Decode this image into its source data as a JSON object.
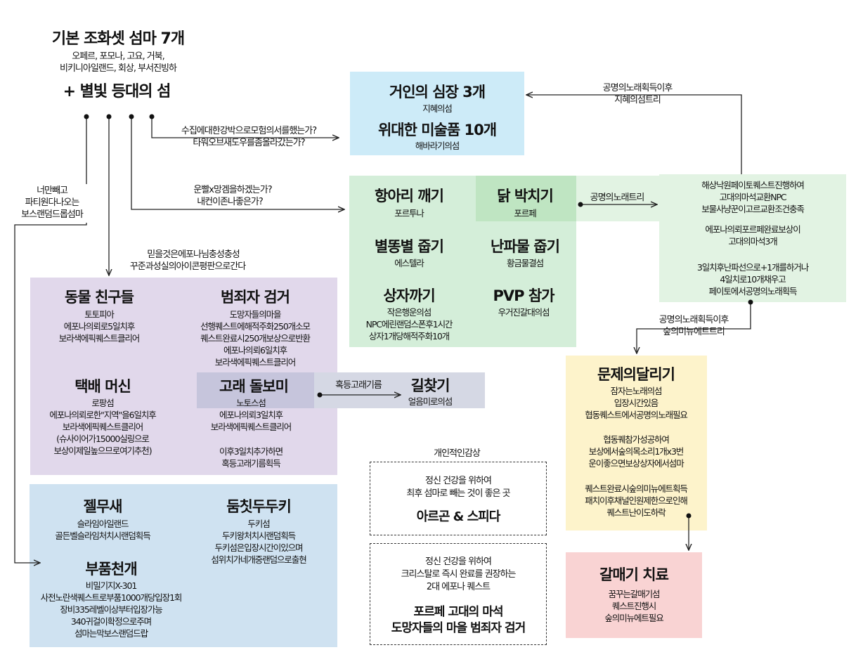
{
  "top": {
    "title": "기본 조화셋 섬마 7개",
    "list1": "오페르, 포모나, 고요, 거북,",
    "list2": "비키니아일랜드, 회상, 부서진빙하",
    "plus": "+ 별빛 등대의 섬"
  },
  "arrows": {
    "q1a": "수집에대한강박으로모험의서를했는가?",
    "q1b": "타워오브새도우를좀올라갔는가?",
    "q2a": "운빨x망겜을하겠는가?",
    "q2b": "내컨이존나좋은가?",
    "q3a": "믿을것은에포나님충성충성",
    "q3b": "꾸준과성실의아이콘평판으로간다",
    "q4a": "너만빼고",
    "q4b": "파티원다나오는",
    "q4c": "보스랜덤드롭섬마",
    "wisdom1": "공명의노래획득이후",
    "wisdom2": "지혜의섬트리",
    "resonance": "공명의노래트리",
    "forest1": "공명의노래획득이후",
    "forest2": "숲의미뉴에트트리",
    "whale": "혹등고래기름"
  },
  "blue_box": {
    "item1_title": "거인의 심장 3개",
    "item1_sub": "지혜의섬",
    "item2_title": "위대한 미술품 10개",
    "item2_sub": "해바라기의섬"
  },
  "green_box": {
    "a_title": "항아리 깨기",
    "a_sub": "포르투나",
    "b_title": "닭 박치기",
    "b_sub": "포르페",
    "c_title": "별똥별 줍기",
    "c_sub": "에스텔라",
    "d_title": "난파물 줍기",
    "d_sub": "황금물결섬",
    "e_title": "상자까기",
    "e_sub1": "작은행운의섬",
    "e_sub2": "NPC에린랜덤스폰후1시간",
    "e_sub3": "상자1개당해적주화10개",
    "f_title": "PVP 참가",
    "f_sub": "우거진갈대의섬"
  },
  "right_green": {
    "l1": "해상낙원페이토퀘스트진행하여",
    "l2": "고대의마석교환NPC",
    "l3": "보물사냥꾼이고르교환조건충족",
    "l4": "에포나의뢰포르페완료보상이",
    "l5": "고대의마석3개",
    "l6": "3일치후난파선으로+1개를하거나",
    "l7": "4일치로10개채우고",
    "l8": "페이토에서공명의노래획득"
  },
  "purple_box": {
    "a_title": "동물 친구들",
    "a1": "토토피아",
    "a2": "에포나의뢰로5일치후",
    "a3": "보라색에픽퀘스트클리어",
    "b_title": "범죄자 검거",
    "b1": "도망자들의마을",
    "b2": "선행퀘스트에해적주화250개소모",
    "b3": "퀘스트완료시250개보상으로반환",
    "b4": "에포나의뢰6일치후",
    "b5": "보라색에픽퀘스트클리어",
    "c_title": "택배 머신",
    "c1": "로팡섬",
    "c2": "에포나의뢰로한\"지역\"을6일치후",
    "c3": "보라색에픽퀘스트클리어",
    "c4": "(슈사이어가15000실링으로",
    "c5": "보상이제일높으므로여기추천)",
    "d_title": "고래 돌보미",
    "d1": "노토스섬",
    "d2": "에포나의뢰3일치후",
    "d3": "보라색에픽퀘스트클리어",
    "d4": "이후3일치추가하면",
    "d5": "혹등고래기름획득"
  },
  "gray_box": {
    "title": "길찾기",
    "sub": "얼음미로의섬"
  },
  "yellow_box": {
    "title": "문제의달리기",
    "l1": "잠자는노래의섬",
    "l2": "입장시간있음",
    "l3": "협동퀘스트에서공명의노래필요",
    "l4": "협동퀘참가성공하여",
    "l5": "보상에서숲의목소리1개x3번",
    "l6": "운이좋으면보상상자에서섬마",
    "l7": "퀘스트완료시숲의미뉴에트획득",
    "l8": "패치이후채널인원제한으로인해",
    "l9": "퀘스트난이도하락"
  },
  "pink_box": {
    "title": "갈매기 치료",
    "l1": "꿈꾸는갈매기섬",
    "l2": "퀘스트진행시",
    "l3": "숲의미뉴에트필요"
  },
  "lightblue_box": {
    "a_title": "젤무새",
    "a1": "슬라임아일랜드",
    "a2": "골든벨슬라임처치시랜덤획득",
    "b_title": "둠칫두두키",
    "b1": "두키섬",
    "b2": "두키왕처치시랜덤획득",
    "b3": "두키섬은입장시간이있으며",
    "b4": "섬위치가네개중랜덤으로출현",
    "c_title": "부품천개",
    "c1": "비밀기지X-301",
    "c2": "사전노란색퀘스트로부품1000개당입장1회",
    "c3": "장비335레벨이상부터입장가능",
    "c4": "340귀걸이확정으로주며",
    "c5": "섬마는막보스랜덤드랍"
  },
  "personal": {
    "header": "개인적인감상",
    "box1_l1": "정신 건강을 위하여",
    "box1_l2": "최후 섬마로 빼는 것이 좋은 곳",
    "box1_title": "아르곤 & 스피다",
    "box2_l1": "정신 건강을 위하여",
    "box2_l2": "크리스탈로 즉시 완료를 권장하는",
    "box2_l3": "2대 에포나 퀘스트",
    "box2_t1": "포르페 고대의 마석",
    "box2_t2": "도망자들의 마을 범죄자 검거"
  }
}
